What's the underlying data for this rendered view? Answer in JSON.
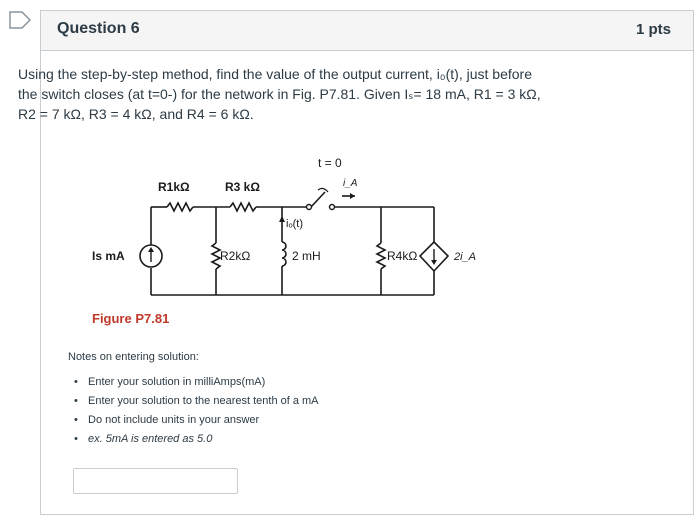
{
  "question": {
    "title": "Question 6",
    "points": "1 pts",
    "prompt_line1": "Using the step-by-step method, find the value of the output current, i₀(t), just before",
    "prompt_line2": "the switch closes (at t=0-) for the network in Fig. P7.81. Given Iₛ= 18 mA, R1 = 3 kΩ,",
    "prompt_line3": "R2 = 7 kΩ, R3 = 4 kΩ, and R4 = 6 kΩ."
  },
  "figure": {
    "caption": "Figure P7.81",
    "labels": {
      "switch_time": "t = 0",
      "r1": "R1kΩ",
      "r3": "R3 kΩ",
      "io": "iₒ(t)",
      "iA": "i_A",
      "source": "Is mA",
      "r2": "R2kΩ",
      "inductor": "2 mH",
      "r4": "R4kΩ",
      "dep_source": "2i_A"
    }
  },
  "notes": {
    "title": "Notes on entering solution:",
    "items": [
      "Enter your solution in milliAmps(mA)",
      "Enter your solution to the nearest tenth of a mA",
      "Do not include units in your answer",
      "ex. 5mA is entered as 5.0"
    ]
  },
  "answer": {
    "value": "",
    "placeholder": ""
  },
  "colors": {
    "figure_caption": "#c0392b",
    "header_bg": "#f5f5f5",
    "border": "#c7cdd1"
  }
}
